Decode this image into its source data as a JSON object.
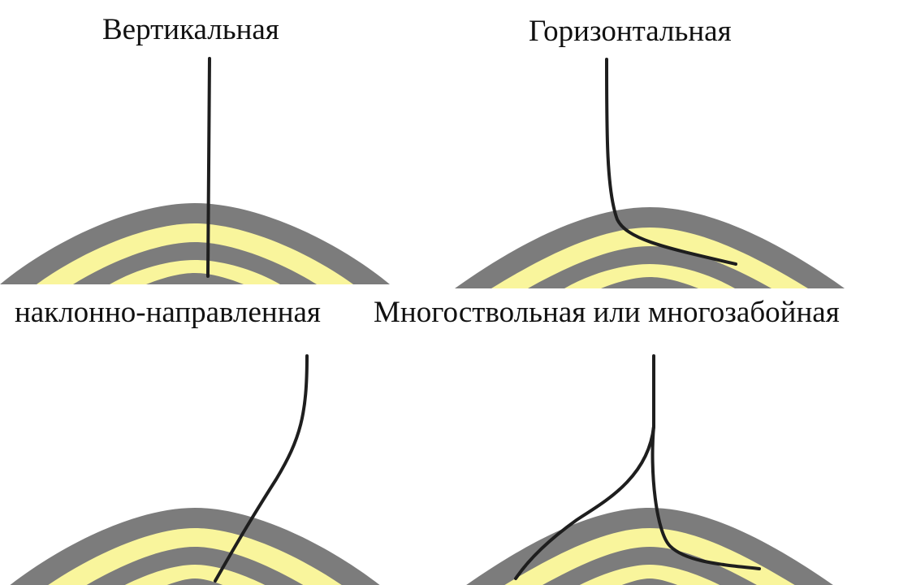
{
  "panels": {
    "vertical": {
      "label": "Вертикальная"
    },
    "horizontal": {
      "label": "Горизонтальная"
    },
    "directional": {
      "label": "наклонно-направленная"
    },
    "multilateral": {
      "label": "Многоствольная или многозабойная"
    }
  },
  "colors": {
    "shale_layer": "#7c7c7c",
    "reservoir_layer": "#f9f59c",
    "well_path": "#1e1e1e",
    "background": "#ffffff"
  }
}
